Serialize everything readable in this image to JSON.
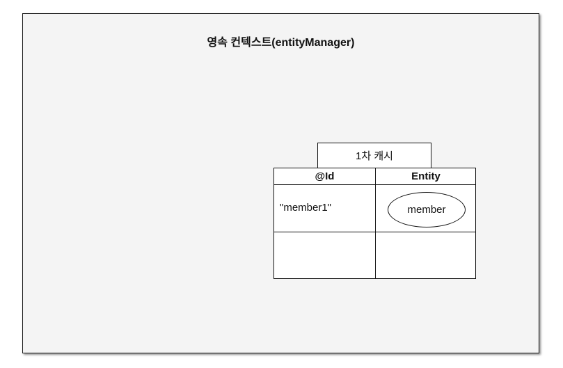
{
  "context": {
    "title": "영속 컨텍스트(entityManager)"
  },
  "cache": {
    "title": "1차 캐시",
    "columns": [
      "@Id",
      "Entity"
    ],
    "rows": [
      {
        "id": "\"member1\"",
        "entity": "member"
      },
      {
        "id": "",
        "entity": ""
      }
    ]
  }
}
